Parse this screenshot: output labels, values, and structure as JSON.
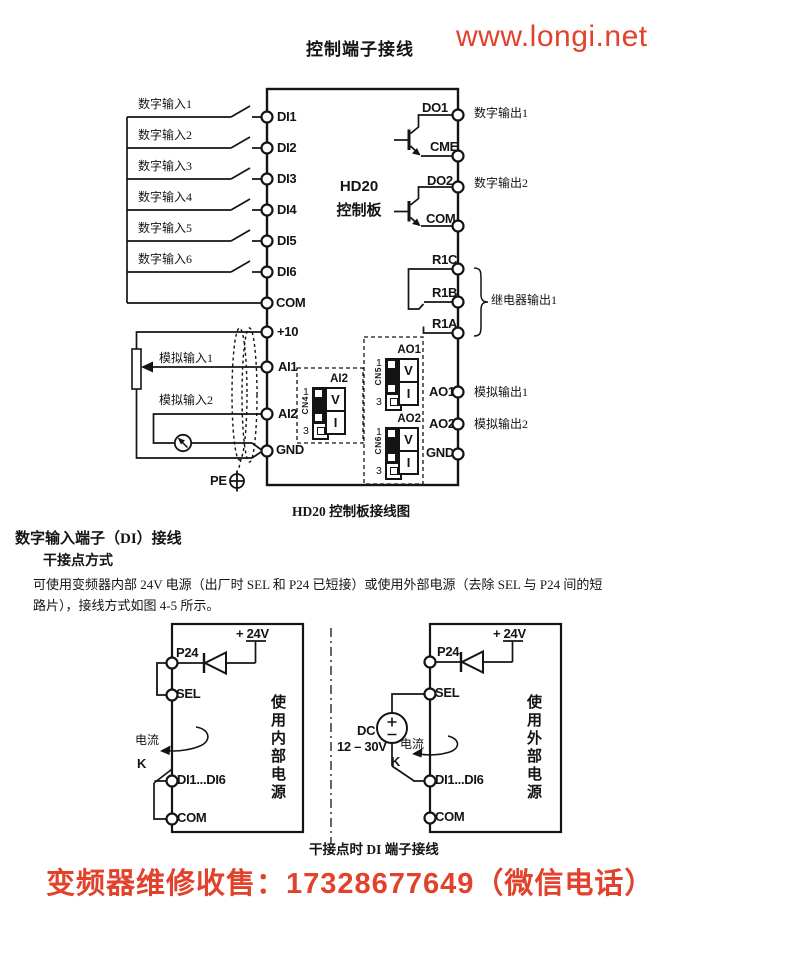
{
  "page": {
    "accent_red": "#e2422b"
  },
  "header": {
    "title": "控制端子接线",
    "url": "www.longi.net"
  },
  "main_diagram": {
    "board_title_line1": "HD20",
    "board_title_line2": "控制板",
    "caption": "HD20 控制板接线图",
    "digital_inputs": [
      "数字输入1",
      "数字输入2",
      "数字输入3",
      "数字输入4",
      "数字输入5",
      "数字输入6"
    ],
    "di_terminals": [
      "DI1",
      "DI2",
      "DI3",
      "DI4",
      "DI5",
      "DI6"
    ],
    "com_terminal": "COM",
    "plus10_terminal": "+10",
    "ai1_terminal": "AI1",
    "ai2_terminal": "AI2",
    "gnd_terminal": "GND",
    "analog_input1": "模拟输入1",
    "analog_input2": "模拟输入2",
    "pe_label": "PE",
    "right": {
      "do1": "DO1",
      "cme": "CME",
      "do2": "DO2",
      "com": "COM",
      "r1c": "R1C",
      "r1b": "R1B",
      "r1a": "R1A",
      "ao1": "AO1",
      "ao2": "AO2",
      "gnd": "GND",
      "digital_output1": "数字输出1",
      "digital_output2": "数字输出2",
      "relay_output1": "继电器输出1",
      "analog_output1": "模拟输出1",
      "analog_output2": "模拟输出2"
    },
    "jumpers": {
      "ai2": {
        "title": "AI2",
        "pin1": "1",
        "pin3": "3",
        "cn": "CN4",
        "v": "V",
        "i": "I"
      },
      "ao1": {
        "title": "AO1",
        "pin1": "1",
        "pin3": "3",
        "cn": "CN5",
        "v": "V",
        "i": "I"
      },
      "ao2": {
        "title": "AO2",
        "pin1": "1",
        "pin3": "3",
        "cn": "CN6",
        "v": "V",
        "i": "I"
      }
    }
  },
  "section": {
    "heading": "数字输入端子（DI）接线",
    "subheading": "干接点方式",
    "paragraph_line1": "可使用变频器内部 24V 电源（出厂时 SEL 和 P24 已短接）或使用外部电源（去除 SEL 与 P24 间的短",
    "paragraph_line2": "路片），接线方式如图 4-5 所示。"
  },
  "wiring_diagrams": {
    "caption": "干接点时 DI 端子接线",
    "internal": {
      "v24": "+ 24V",
      "p24": "P24",
      "sel": "SEL",
      "current": "电流",
      "k": "K",
      "di": "DI1...DI6",
      "com": "COM",
      "side": "使用内部电源"
    },
    "external": {
      "v24": "+ 24V",
      "p24": "P24",
      "sel": "SEL",
      "current": "电流",
      "k": "K",
      "di": "DI1...DI6",
      "com": "COM",
      "side": "使用外部电源",
      "dc": "DC",
      "dc_range": "12 – 30V"
    }
  },
  "footer": {
    "contact": "变频器维修收售：17328677649（微信电话）"
  }
}
